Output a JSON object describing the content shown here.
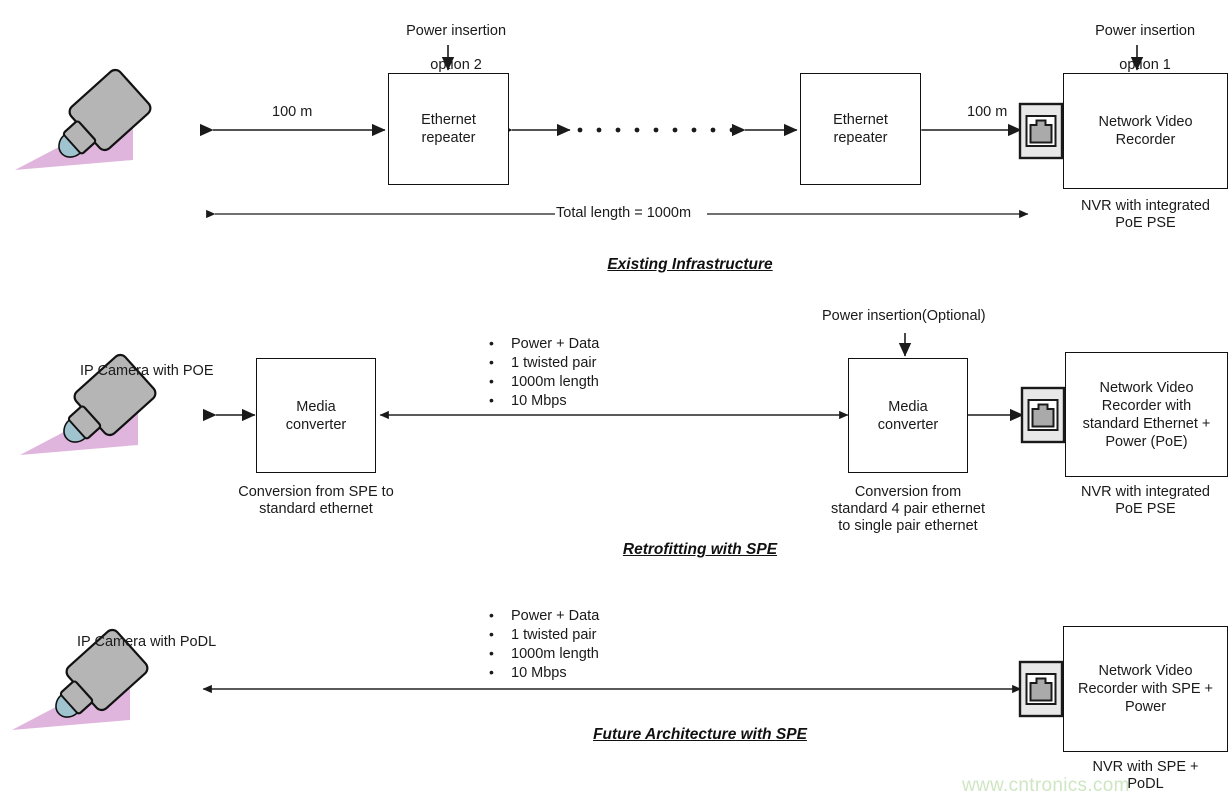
{
  "meta": {
    "watermark": "www.cntronics.com",
    "accent_cone": "#e0b5dd",
    "camera_body": "#b5b5b5",
    "line_color": "#1a1a1a",
    "jack_fill": "#e8e8e8",
    "jack_port": "#aaaaaa"
  },
  "sections": [
    {
      "id": "existing",
      "title": "Existing Infrastructure",
      "annotations": [
        {
          "name": "power-insertion-option-2",
          "lines": [
            "Power insertion",
            "option 2"
          ]
        },
        {
          "name": "power-insertion-option-1",
          "lines": [
            "Power insertion",
            "option 1"
          ]
        }
      ],
      "link_labels": {
        "left_span": "100 m",
        "right_span": "100 m",
        "total": "Total length = 1000m"
      },
      "nodes": [
        {
          "name": "ip-camera",
          "type": "camera",
          "label": ""
        },
        {
          "name": "ethernet-repeater-left",
          "type": "box",
          "lines": [
            "Ethernet",
            "repeater"
          ]
        },
        {
          "name": "ethernet-repeater-right",
          "type": "box",
          "lines": [
            "Ethernet",
            "repeater"
          ]
        },
        {
          "name": "network-video-recorder",
          "type": "box",
          "lines": [
            "Network Video",
            "Recorder"
          ]
        }
      ],
      "captions": [
        {
          "name": "nvr-caption",
          "lines": [
            "NVR with integrated",
            "PoE PSE"
          ]
        }
      ]
    },
    {
      "id": "retrofitting",
      "title": "Retrofitting with SPE",
      "annotations": [
        {
          "name": "power-insertion-optional",
          "lines": [
            "Power insertion(Optional)"
          ]
        }
      ],
      "bullets": [
        "Power + Data",
        "1 twisted pair",
        "1000m length",
        "10 Mbps"
      ],
      "nodes": [
        {
          "name": "ip-camera",
          "type": "camera",
          "label": "IP Camera with POE"
        },
        {
          "name": "media-converter-left",
          "type": "box",
          "lines": [
            "Media",
            "converter"
          ]
        },
        {
          "name": "media-converter-right",
          "type": "box",
          "lines": [
            "Media",
            "converter"
          ]
        },
        {
          "name": "network-video-recorder",
          "type": "box",
          "lines": [
            "Network Video",
            "Recorder with",
            "standard Ethernet +",
            "Power (PoE)"
          ]
        }
      ],
      "captions": [
        {
          "name": "media-converter-left-caption",
          "lines": [
            "Conversion from SPE to",
            "standard ethernet"
          ]
        },
        {
          "name": "media-converter-right-caption",
          "lines": [
            "Conversion from",
            "standard 4 pair ethernet",
            "to single pair ethernet"
          ]
        },
        {
          "name": "nvr-caption",
          "lines": [
            "NVR with integrated",
            "PoE PSE"
          ]
        }
      ]
    },
    {
      "id": "future",
      "title": "Future Architecture with SPE",
      "annotations": [],
      "bullets": [
        "Power + Data",
        "1 twisted pair",
        "1000m length",
        "10 Mbps"
      ],
      "nodes": [
        {
          "name": "ip-camera",
          "type": "camera",
          "label": "IP Camera with PoDL"
        },
        {
          "name": "network-video-recorder",
          "type": "box",
          "lines": [
            "Network Video",
            "Recorder with SPE +",
            "Power"
          ]
        }
      ],
      "captions": [
        {
          "name": "nvr-caption",
          "lines": [
            "NVR with SPE +",
            "PoDL"
          ]
        }
      ]
    }
  ]
}
